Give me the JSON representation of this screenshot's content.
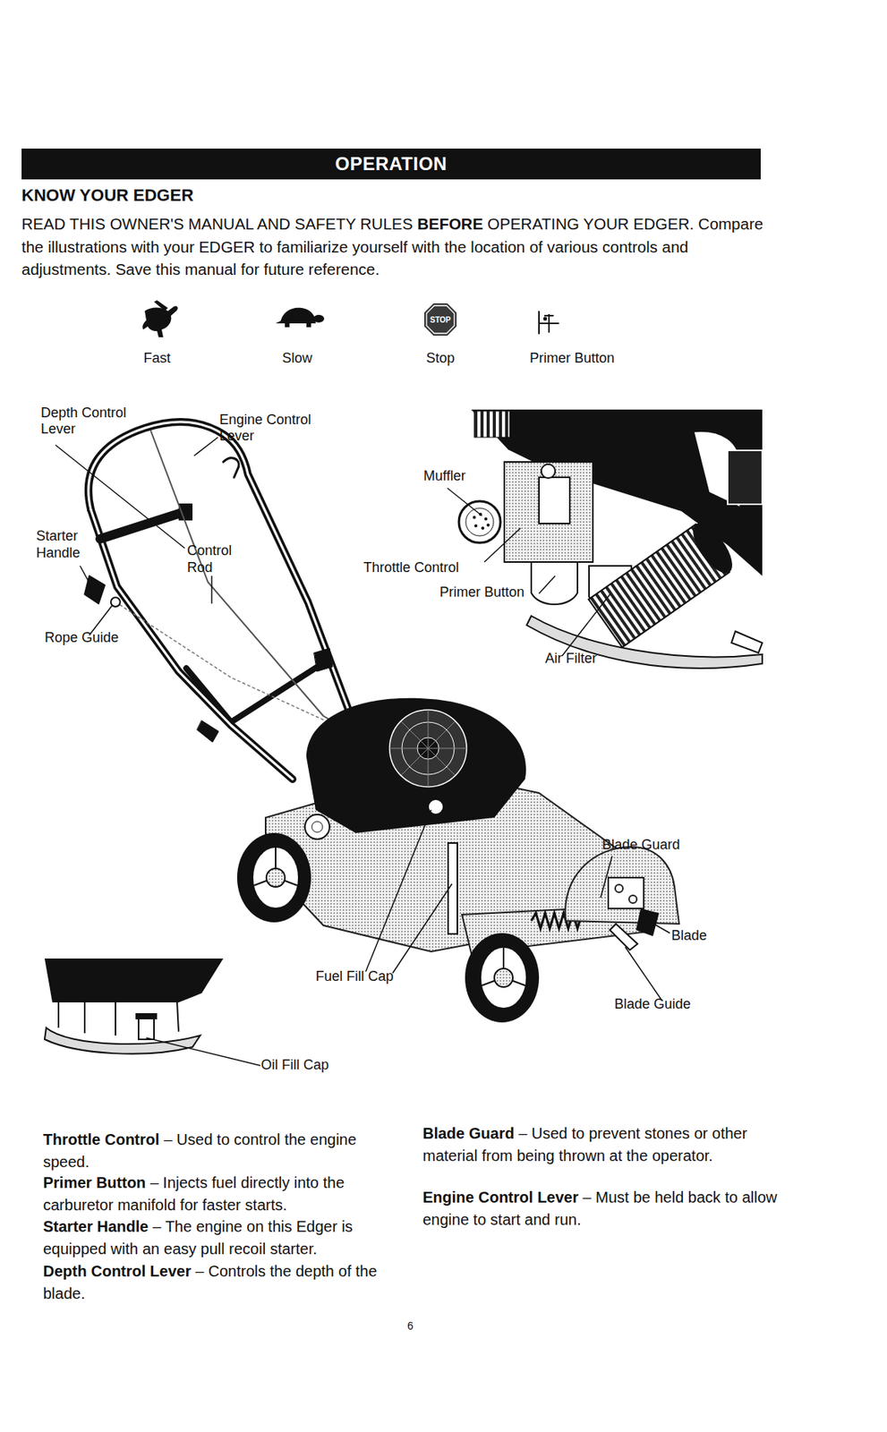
{
  "diagram": {
    "title": "KNOW YOUR EDGER",
    "nodes": [
      {
        "text": [
          "OPERATION"
        ]
      },
      {
        "text": [
          "STOP"
        ]
      }
    ],
    "labels": [
      "READ THIS OWNER'S MANUAL AND SAFETY RULES",
      "BEFORE",
      "OPERATING YOUR EDGER. Compare the illustrations with your EDGER to familiarize yourself with the location of various controls and adjustments. Save this manual for future reference.",
      "Fast",
      "Slow",
      "Stop",
      "Primer Button",
      "Depth Control Lever",
      "Engine Control Lever",
      "Starter Handle",
      "Control Rod",
      "Rope Guide",
      "Muffler",
      "Throttle Control",
      "Primer Button",
      "Air Filter",
      "Blade Guard",
      "Blade",
      "Blade Guide",
      "Fuel Fill Cap",
      "Oil Fill Cap",
      "Throttle Control",
      "– Used to control the engine speed.",
      "Primer Button",
      "– Injects fuel directly into the carburetor manifold for faster starts.",
      "Starter Handle",
      "– The engine on this Edger is equipped with an easy pull recoil starter.",
      "Depth Control Lever",
      "– Controls the depth of the blade.",
      "Blade Guard",
      "– Used to prevent stones or other material from being thrown at the operator.",
      "Engine Control Lever",
      "– Must be held back to allow engine to start and run.",
      "6"
    ]
  }
}
